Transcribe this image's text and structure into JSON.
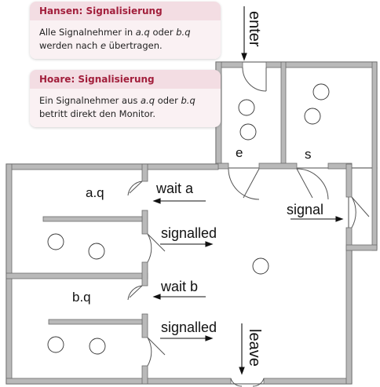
{
  "note_hansen": {
    "title": "Hansen: Signalisierung",
    "text_parts": [
      "Alle Signalnehmer in ",
      "a.q",
      " oder ",
      "b.q",
      " werden nach ",
      "e",
      " übertragen."
    ]
  },
  "note_hoare": {
    "title": "Hoare: Signalisierung",
    "text_parts": [
      "Ein Signalnehmer aus ",
      "a.q",
      " oder ",
      "b.q",
      " betritt direkt den Monitor."
    ]
  },
  "plan": {
    "label_enter": "enter",
    "label_leave": "leave",
    "label_e": "e",
    "label_s": "s",
    "label_aq": "a.q",
    "label_bq": "b.q",
    "label_wait_a": "wait a",
    "label_wait_b": "wait b",
    "label_signalled_a": "signalled",
    "label_signalled_b": "signalled",
    "label_signal": "signal"
  }
}
